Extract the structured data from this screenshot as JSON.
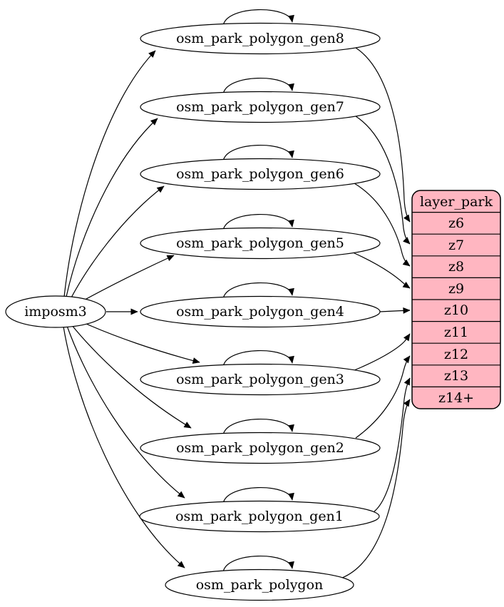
{
  "diagram": {
    "type": "dependency-graph",
    "background_color": "#ffffff",
    "edge_color": "#000000",
    "node_fill": "#ffffff",
    "node_stroke": "#000000",
    "source_node": {
      "label": "imposm3"
    },
    "table_nodes": [
      {
        "label": "osm_park_polygon_gen8",
        "feeds_row": "z6"
      },
      {
        "label": "osm_park_polygon_gen7",
        "feeds_row": "z7"
      },
      {
        "label": "osm_park_polygon_gen6",
        "feeds_row": "z8"
      },
      {
        "label": "osm_park_polygon_gen5",
        "feeds_row": "z9"
      },
      {
        "label": "osm_park_polygon_gen4",
        "feeds_row": "z10"
      },
      {
        "label": "osm_park_polygon_gen3",
        "feeds_row": "z11"
      },
      {
        "label": "osm_park_polygon_gen2",
        "feeds_row": "z12"
      },
      {
        "label": "osm_park_polygon_gen1",
        "feeds_row": "z13"
      },
      {
        "label": "osm_park_polygon",
        "feeds_row": "z14+"
      }
    ],
    "layer_node": {
      "title": "layer_park",
      "fill": "#ffb6c1",
      "rows": [
        "z6",
        "z7",
        "z8",
        "z9",
        "z10",
        "z11",
        "z12",
        "z13",
        "z14+"
      ]
    },
    "edges": [
      {
        "from": "imposm3",
        "to": "osm_park_polygon_gen8"
      },
      {
        "from": "imposm3",
        "to": "osm_park_polygon_gen7"
      },
      {
        "from": "imposm3",
        "to": "osm_park_polygon_gen6"
      },
      {
        "from": "imposm3",
        "to": "osm_park_polygon_gen5"
      },
      {
        "from": "imposm3",
        "to": "osm_park_polygon_gen4"
      },
      {
        "from": "imposm3",
        "to": "osm_park_polygon_gen3"
      },
      {
        "from": "imposm3",
        "to": "osm_park_polygon_gen2"
      },
      {
        "from": "imposm3",
        "to": "osm_park_polygon_gen1"
      },
      {
        "from": "imposm3",
        "to": "osm_park_polygon"
      },
      {
        "from": "osm_park_polygon_gen8",
        "to": "osm_park_polygon_gen8"
      },
      {
        "from": "osm_park_polygon_gen7",
        "to": "osm_park_polygon_gen7"
      },
      {
        "from": "osm_park_polygon_gen6",
        "to": "osm_park_polygon_gen6"
      },
      {
        "from": "osm_park_polygon_gen5",
        "to": "osm_park_polygon_gen5"
      },
      {
        "from": "osm_park_polygon_gen4",
        "to": "osm_park_polygon_gen4"
      },
      {
        "from": "osm_park_polygon_gen3",
        "to": "osm_park_polygon_gen3"
      },
      {
        "from": "osm_park_polygon_gen2",
        "to": "osm_park_polygon_gen2"
      },
      {
        "from": "osm_park_polygon_gen1",
        "to": "osm_park_polygon_gen1"
      },
      {
        "from": "osm_park_polygon",
        "to": "osm_park_polygon"
      },
      {
        "from": "osm_park_polygon_gen8",
        "to": "layer_park:z6"
      },
      {
        "from": "osm_park_polygon_gen7",
        "to": "layer_park:z7"
      },
      {
        "from": "osm_park_polygon_gen6",
        "to": "layer_park:z8"
      },
      {
        "from": "osm_park_polygon_gen5",
        "to": "layer_park:z9"
      },
      {
        "from": "osm_park_polygon_gen4",
        "to": "layer_park:z10"
      },
      {
        "from": "osm_park_polygon_gen3",
        "to": "layer_park:z11"
      },
      {
        "from": "osm_park_polygon_gen2",
        "to": "layer_park:z12"
      },
      {
        "from": "osm_park_polygon_gen1",
        "to": "layer_park:z13"
      },
      {
        "from": "osm_park_polygon",
        "to": "layer_park:z14+"
      }
    ]
  }
}
